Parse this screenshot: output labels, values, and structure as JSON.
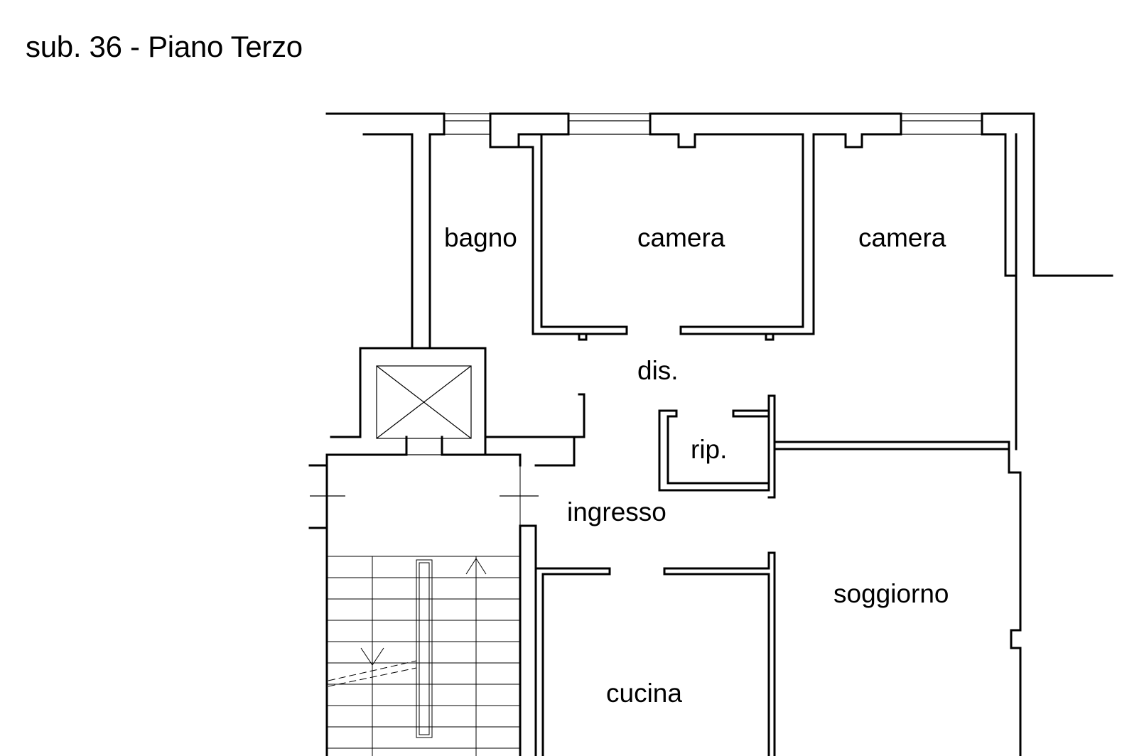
{
  "title": "sub. 36 - Piano Terzo",
  "rooms": {
    "bagno": "bagno",
    "camera1": "camera",
    "camera2": "camera",
    "dis": "dis.",
    "rip": "rip.",
    "ingresso": "ingresso",
    "soggiorno": "soggiorno",
    "cucina": "cucina"
  }
}
